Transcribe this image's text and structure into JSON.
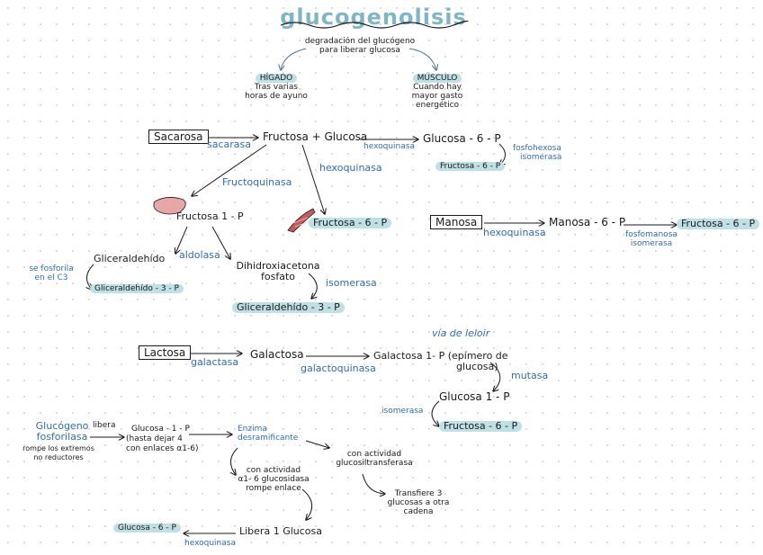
{
  "title": "glucogenolisis",
  "definition": [
    "degradación del glucógeno",
    "para liberar glucosa"
  ],
  "higado": {
    "label": "HÍGADO",
    "lines": [
      "Tras varias",
      "horas de ayuno"
    ]
  },
  "musculo": {
    "label": "MÚSCULO",
    "lines": [
      "Cuando hay",
      "mayor gasto",
      "energético"
    ]
  },
  "sacarosa": {
    "box": "Sacarosa",
    "enzyme": "sacarasa",
    "product": "Fructosa + Glucosa",
    "hexoquinasa1": "hexoquinasa",
    "glucosa6p": "Glucosa - 6 - P",
    "isomerase": [
      "fosfohexosa",
      "isomerasa"
    ],
    "fructosa6p_a": "Fructosa - 6 - P",
    "hexoquinasa2": "hexoquinasa",
    "fructoquinasa": "Fructoquinasa",
    "fructosa1p": "Fructosa 1 - P",
    "fructosa6p_b": "Fructosa - 6 - P",
    "aldolasa": "aldolasa",
    "gliceraldehido": "Gliceraldehído",
    "fosforila": [
      "se fosforila",
      "en el C3"
    ],
    "gliceraldehido3p_a": "Gliceraldehído - 3 - P",
    "dihidroxi": [
      "Dihidroxiacetona",
      "fosfato"
    ],
    "isomerasa": "isomerasa",
    "gliceraldehido3p_b": "Gliceraldehído - 3 - P"
  },
  "manosa": {
    "box": "Manosa",
    "hexoquinasa": "hexoquinasa",
    "manosa6p": "Manosa - 6 - P",
    "isomerase": [
      "fosfomanosa",
      "isomerasa"
    ],
    "fructosa6p": "Fructosa - 6 - P"
  },
  "lactosa": {
    "via": "vía de leloir",
    "box": "Lactosa",
    "galactasa": "galactasa",
    "galactosa": "Galactosa",
    "galactoquinasa": "galactoquinasa",
    "galactosa1p": [
      "Galactosa 1- P (epímero de",
      "glucosa)"
    ],
    "mutasa": "mutasa",
    "glucosa1p": "Glucosa 1 - P",
    "isomerasa": "isomerasa",
    "fructosa6p": "Fructosa - 6 - P"
  },
  "glucogeno": {
    "enzyme": [
      "Glucógeno",
      "fosforilasa"
    ],
    "enzyme_note": [
      "rompe los extremos",
      "no reductores"
    ],
    "libera": "libera",
    "glucosa1p": [
      "Glucosa - 1 - P",
      "(hasta dejar 4",
      "con enlaces α1-6)"
    ],
    "desram": [
      "Enzima",
      "desramificante"
    ],
    "glucosil": [
      "con actividad",
      "glucosiltransferasa"
    ],
    "transfiere": [
      "Transfiere 3",
      "glucosas a otra",
      "cadena"
    ],
    "glucosidasa": [
      "con actividad",
      "α1- 6 glucosidasa",
      "rompe enlace"
    ],
    "libera_glucosa": "Libera 1 Glucosa",
    "glucosa6p": "Glucosa - 6 - P",
    "hexoquinasa": "hexoquinasa"
  },
  "colors": {
    "ink": "#1a1a1a",
    "blue": "#2f6db5",
    "highlight": "#bfe0e4",
    "title": "#7fb6c6",
    "liver": "#e8a6a6",
    "muscle": "#c85a5a"
  }
}
